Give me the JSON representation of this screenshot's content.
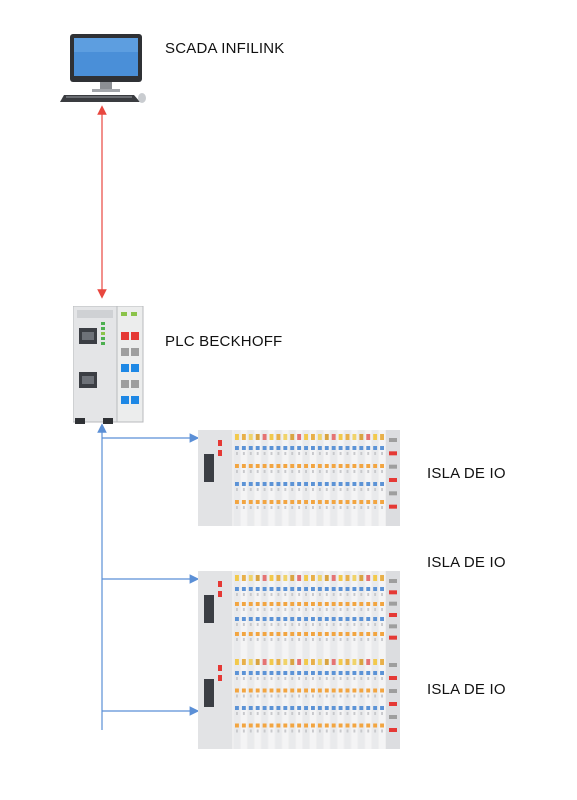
{
  "nodes": {
    "scada": {
      "label": "SCADA INFILINK",
      "icon": "desktop-computer-icon"
    },
    "plc": {
      "label": "PLC BECKHOFF",
      "icon": "plc-controller-icon"
    },
    "io_islands": [
      {
        "label": "ISLA DE IO",
        "icon": "io-terminal-rack-icon"
      },
      {
        "label": "ISLA DE IO",
        "icon": "io-terminal-rack-icon"
      },
      {
        "label": "ISLA DE IO",
        "icon": "io-terminal-rack-icon"
      }
    ]
  },
  "colors": {
    "scada_link": "#e8473f",
    "fieldbus": "#5b8fd6"
  }
}
